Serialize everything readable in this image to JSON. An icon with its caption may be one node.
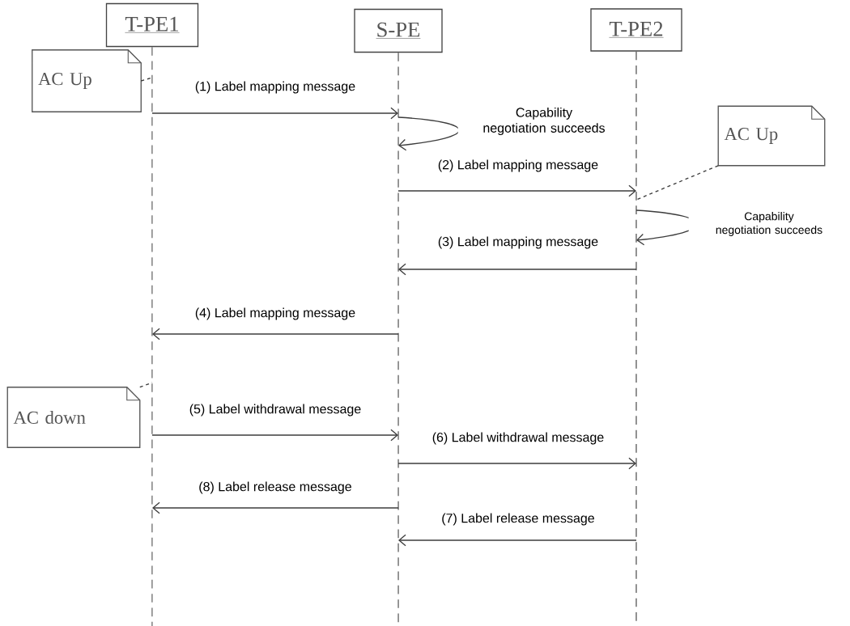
{
  "diagram": {
    "nodes": [
      {
        "text": [
          "T-PE1"
        ]
      },
      {
        "text": [
          "S-PE"
        ]
      },
      {
        "text": [
          "T-PE2"
        ]
      },
      {
        "text": [
          "AC Up"
        ]
      },
      {
        "text": [
          "AC Up"
        ]
      },
      {
        "text": [
          "AC down"
        ]
      }
    ],
    "edges": [
      {
        "from": 3,
        "to": 0,
        "arrow": "none",
        "style": "dashed"
      },
      {
        "from": 0,
        "to": 1,
        "arrow": "to",
        "label": "(1) Label mapping message"
      },
      {
        "from": 1,
        "to": 1,
        "arrow": "to",
        "label": "Capability negotiation succeeds"
      },
      {
        "from": 1,
        "to": 2,
        "arrow": "to",
        "label": "(2) Label mapping message"
      },
      {
        "from": 4,
        "to": 2,
        "arrow": "none",
        "style": "dashed"
      },
      {
        "from": 2,
        "to": 2,
        "arrow": "to",
        "label": "Capability negotiation succeeds"
      },
      {
        "from": 2,
        "to": 1,
        "arrow": "to",
        "label": "(3) Label mapping message"
      },
      {
        "from": 1,
        "to": 0,
        "arrow": "to",
        "label": "(4) Label mapping message"
      },
      {
        "from": 5,
        "to": 0,
        "arrow": "none",
        "style": "dashed"
      },
      {
        "from": 0,
        "to": 1,
        "arrow": "to",
        "label": "(5) Label withdrawal message"
      },
      {
        "from": 1,
        "to": 2,
        "arrow": "to",
        "label": "(6) Label withdrawal message"
      },
      {
        "from": 1,
        "to": 0,
        "arrow": "to",
        "label": "(8) Label release message"
      },
      {
        "from": 2,
        "to": 1,
        "arrow": "to",
        "label": "(7) Label release message"
      }
    ]
  }
}
